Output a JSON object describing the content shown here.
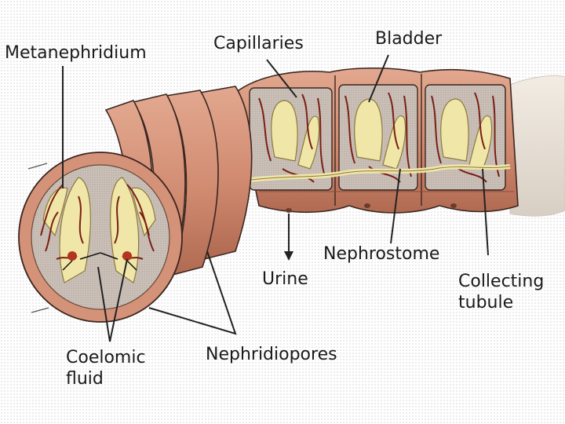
{
  "labels": {
    "metanephridium": "Metanephridium",
    "capillaries": "Capillaries",
    "bladder": "Bladder",
    "nephrostome": "Nephrostome",
    "urine": "Urine",
    "collecting_line1": "Collecting",
    "collecting_line2": "tubule",
    "coelomic_line1": "Coelomic",
    "coelomic_line2": "fluid",
    "nephridiopores": "Nephridiopores"
  },
  "colors": {
    "body_wall": "#d4937a",
    "body_wall_dark": "#a8604a",
    "segment_outline": "#3a2620",
    "cavity": "#c7bcb4",
    "organ": "#f0e6a8",
    "vessel": "#7a1f14",
    "leader": "#222222"
  }
}
